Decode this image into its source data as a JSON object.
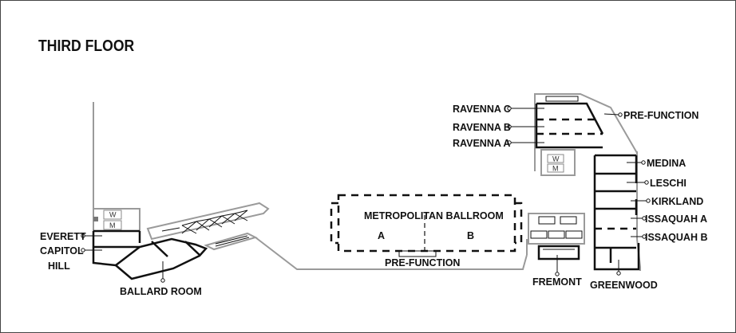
{
  "floor_title": "THIRD FLOOR",
  "restroom": {
    "women": "W",
    "men": "M"
  },
  "rooms": {
    "everett": "EVERETT",
    "capitol": "CAPITOL",
    "hill": "HILL",
    "ballard": "BALLARD ROOM",
    "metropolitan": "METROPOLITAN BALLROOM",
    "section_a": "A",
    "section_b": "B",
    "prefunction_center": "PRE-FUNCTION",
    "fremont": "FREMONT",
    "greenwood": "GREENWOOD",
    "ravenna_c": "RAVENNA C",
    "ravenna_b": "RAVENNA B",
    "ravenna_a": "RAVENNA A",
    "prefunction_right": "PRE-FUNCTION",
    "medina": "MEDINA",
    "leschi": "LESCHI",
    "kirkland": "KIRKLAND",
    "issaquah_a": "ISSAQUAH A",
    "issaquah_b": "ISSAQUAH B"
  },
  "colors": {
    "outline": "#9a9a9a",
    "walls": "#111111",
    "background": "#ffffff"
  }
}
